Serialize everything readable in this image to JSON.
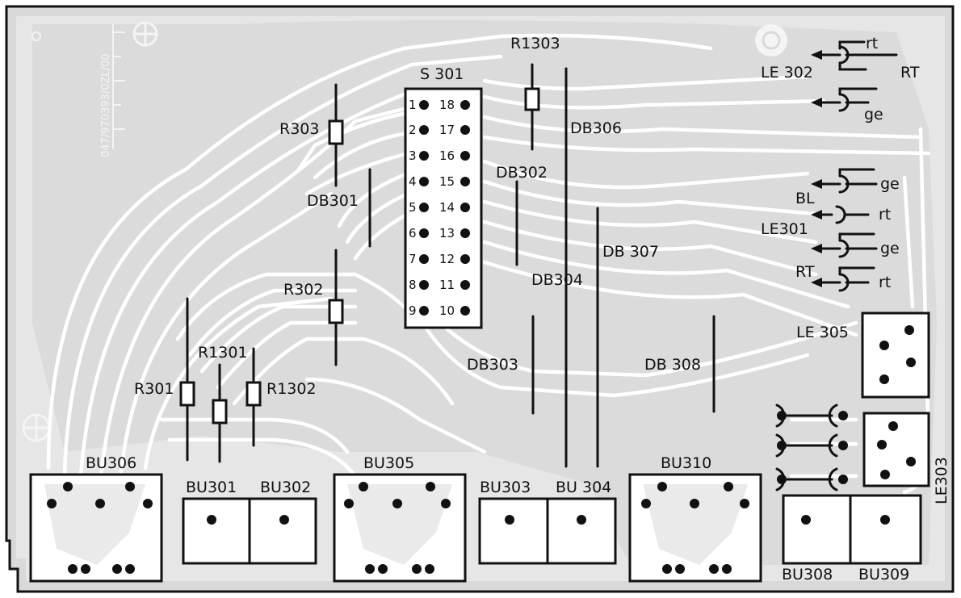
{
  "board": {
    "print_code": "047/970393/0ZL/00",
    "colors": {
      "board": "#d9d9d9",
      "trace": "#ffffff",
      "ink": "#111111"
    }
  },
  "labels": {
    "s301": "S 301",
    "r1303": "R1303",
    "r303": "R303",
    "r302": "R302",
    "r301": "R301",
    "r1301": "R1301",
    "r1302": "R1302",
    "db301": "DB301",
    "db302": "DB302",
    "db303": "DB303",
    "db304": "DB304",
    "db306": "DB306",
    "db307": "DB 307",
    "db308": "DB 308",
    "le302": "LE 302",
    "le301": "LE301",
    "le305": "LE 305",
    "le303": "LE303",
    "bl": "BL",
    "rt_upper_1": "RT",
    "rt_upper_2": "RT",
    "wire_rt_1": "rt",
    "wire_ge_1": "ge",
    "wire_ge_2": "ge",
    "wire_rt_2": "rt",
    "wire_ge_3": "ge",
    "wire_rt_3": "rt",
    "bu306": "BU306",
    "bu301": "BU301",
    "bu302": "BU302",
    "bu305": "BU305",
    "bu303": "BU303",
    "bu304": "BU 304",
    "bu310": "BU310",
    "bu308": "BU308",
    "bu309": "BU309"
  },
  "s301_pins": {
    "left": [
      "1",
      "2",
      "3",
      "4",
      "5",
      "6",
      "7",
      "8",
      "9"
    ],
    "right": [
      "18",
      "17",
      "16",
      "15",
      "14",
      "13",
      "12",
      "11",
      "10"
    ]
  }
}
